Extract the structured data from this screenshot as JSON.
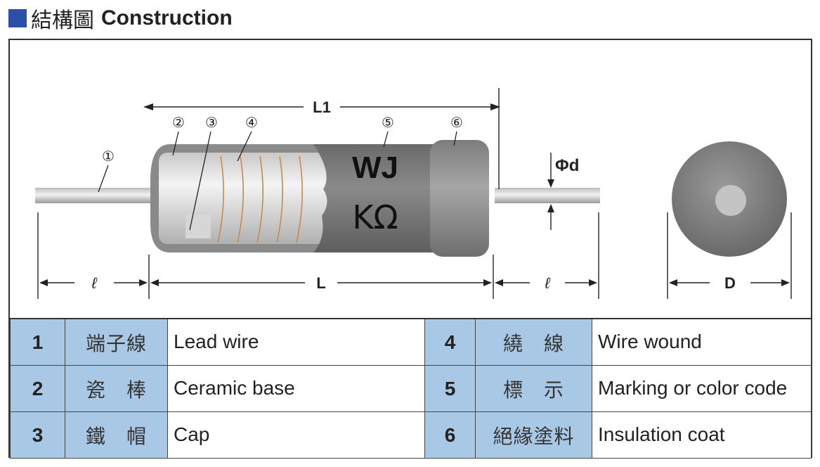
{
  "header": {
    "title_zh": "結構圖",
    "title_en": "Construction",
    "accent_color": "#2e4fa8"
  },
  "diagram": {
    "dim_L1": "L1",
    "dim_L": "L",
    "dim_lead_left": "ℓ",
    "dim_lead_right": "ℓ",
    "dim_d": "Φd",
    "dim_D": "D",
    "marking_line1": "WJ",
    "marking_line2": "KΩ",
    "callouts": [
      "①",
      "②",
      "③",
      "④",
      "⑤",
      "⑥"
    ]
  },
  "parts": [
    {
      "num": "1",
      "zh": "端子線",
      "en": "Lead wire"
    },
    {
      "num": "2",
      "zh": "瓷　棒",
      "en": "Ceramic base"
    },
    {
      "num": "3",
      "zh": "鐵　帽",
      "en": "Cap"
    },
    {
      "num": "4",
      "zh": "繞　線",
      "en": "Wire wound"
    },
    {
      "num": "5",
      "zh": "標　示",
      "en": "Marking or color code"
    },
    {
      "num": "6",
      "zh": "絕緣塗料",
      "en": "Insulation coat"
    }
  ],
  "colors": {
    "table_header_bg": "#a8c8e6",
    "coat_gray": "#7a7a7a",
    "cap_gray": "#9a9a9a"
  }
}
